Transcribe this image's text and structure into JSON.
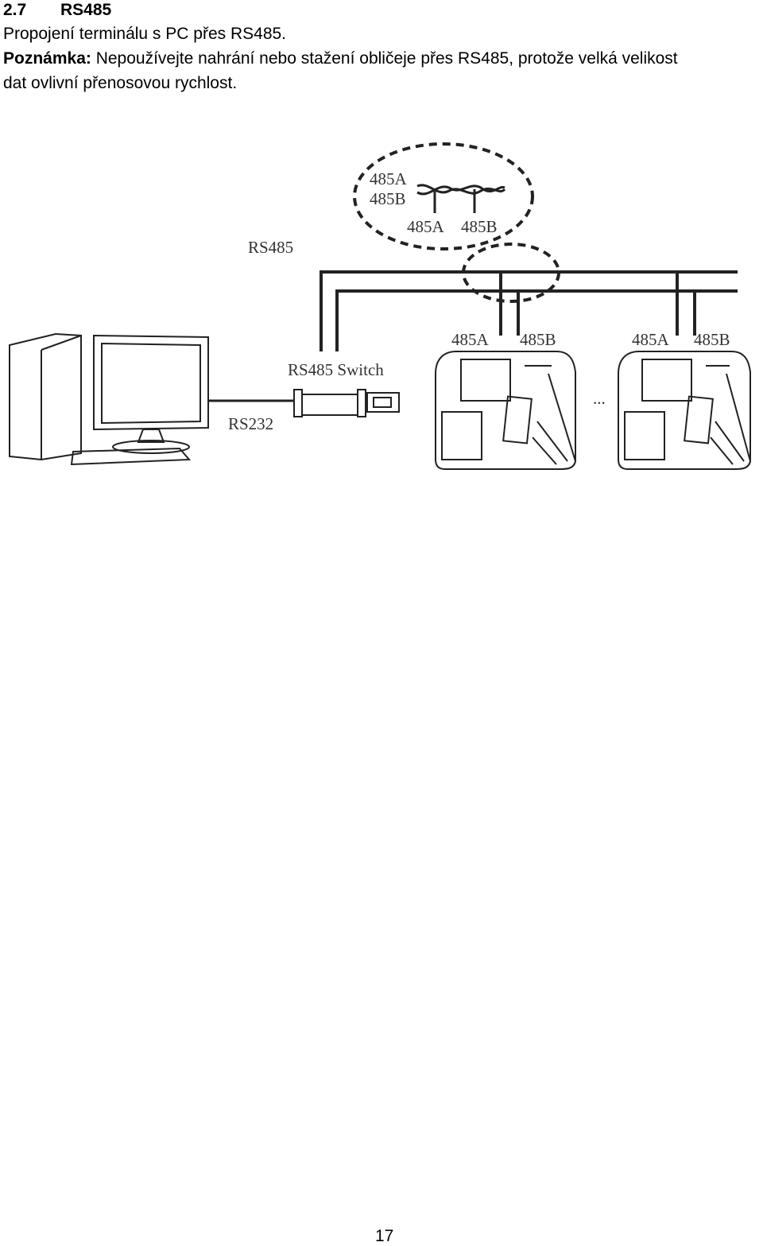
{
  "section": {
    "number": "2.7",
    "title": "RS485"
  },
  "intro": "Propojení terminálu s PC přes RS485.",
  "note": {
    "label": "Poznámka:",
    "text_line1": " Nepoužívejte nahrání nebo stažení obličeje přes RS485, protože velká velikost",
    "text_line2": "dat ovlivní přenosovou rychlost."
  },
  "diagram": {
    "wire_a": "485A",
    "wire_b": "485B",
    "twisted_a": "485A",
    "twisted_b": "485B",
    "bus_label": "RS485",
    "switch_label": "RS485 Switch",
    "serial_label": "RS232",
    "terminal1_a": "485A",
    "terminal1_b": "485B",
    "terminal2_a": "485A",
    "terminal2_b": "485B",
    "ellipsis": "..."
  },
  "page_number": "17"
}
